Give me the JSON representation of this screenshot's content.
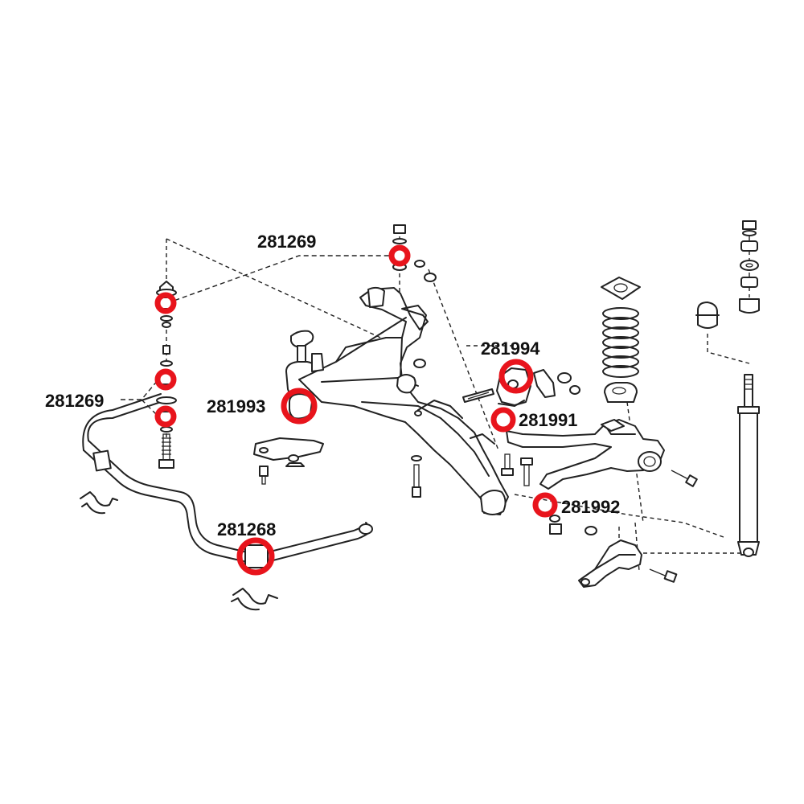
{
  "highlight_color": "#e8141c",
  "line_color": "#222222",
  "labels": {
    "top_bushing_pair": "281269",
    "left_bushing_pair": "281269",
    "bump_stop_mount": "281993",
    "rear_upper_bracket": "281994",
    "inner_arm_bushing": "281991",
    "lower_arm_bushing": "281992",
    "stabilizer_bar_bushing": "281268"
  }
}
